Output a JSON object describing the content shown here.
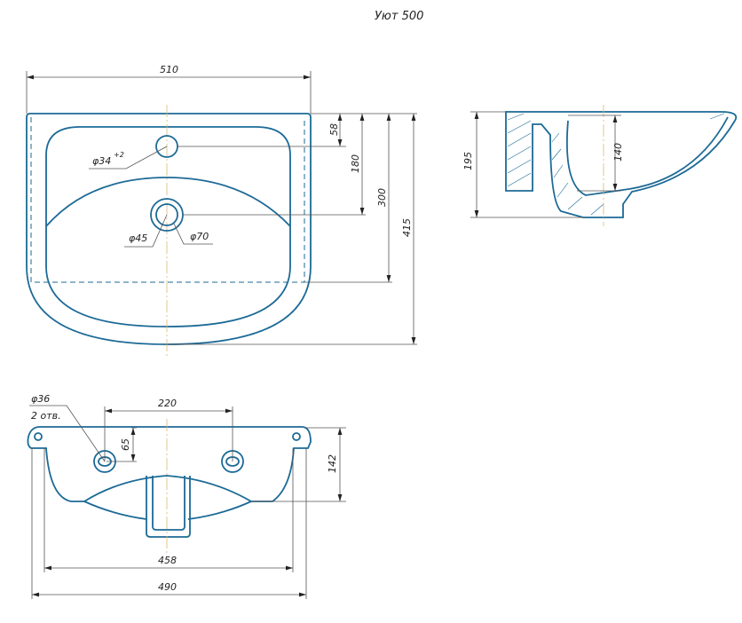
{
  "title": "Уют 500",
  "top_view": {
    "width": "510",
    "d_overflow": "φ34",
    "d_overflow_tol": "+2",
    "d_drain_inner": "φ45",
    "d_drain_outer": "φ70",
    "dim_58": "58",
    "dim_180": "180",
    "dim_300": "300",
    "dim_415": "415"
  },
  "side_view": {
    "dim_195": "195",
    "dim_140": "140"
  },
  "bottom_view": {
    "d_holes": "φ36",
    "holes_count": "2 отв.",
    "dim_220": "220",
    "dim_65": "65",
    "dim_142": "142",
    "dim_458": "458",
    "dim_490": "490"
  },
  "colors": {
    "outline": "#1c6a96",
    "dimension": "#555555",
    "centerline": "#d9b878"
  }
}
